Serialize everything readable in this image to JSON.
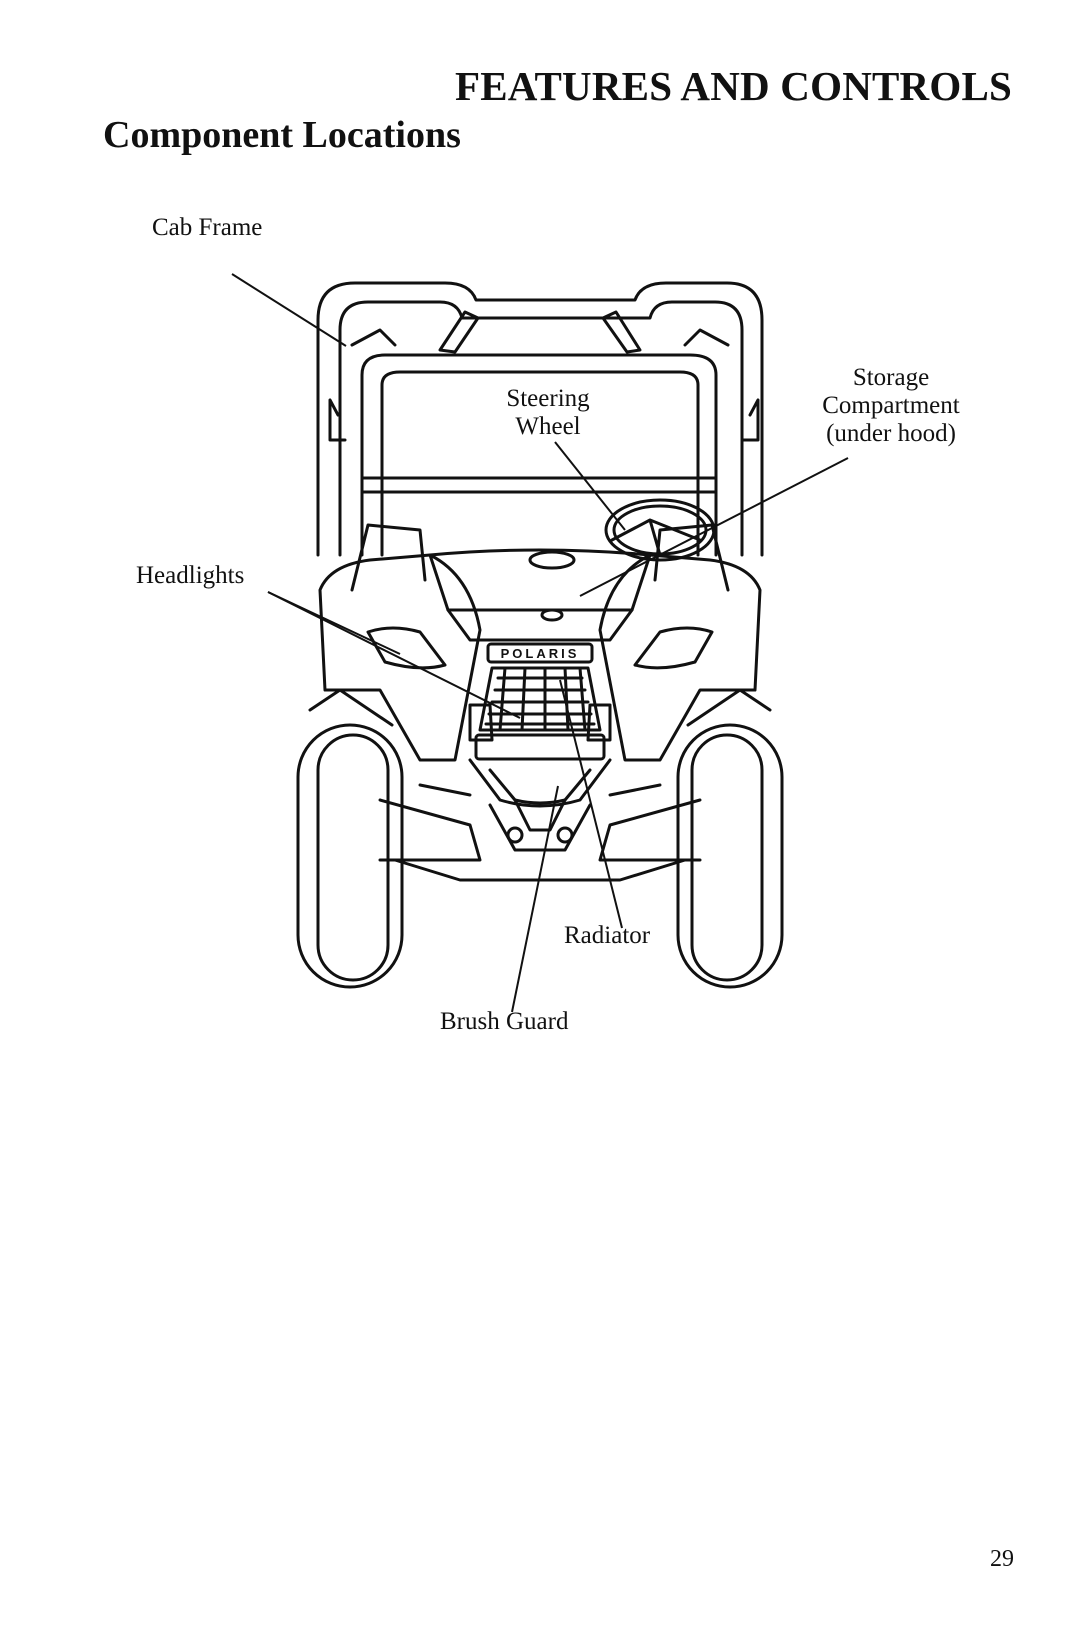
{
  "header": {
    "section_title": "FEATURES AND CONTROLS",
    "page_heading": "Component Locations"
  },
  "figure": {
    "subject": "utility-vehicle-front-view",
    "logo_text": "POLARIS",
    "callouts": {
      "cab_frame": "Cab Frame",
      "steering_wheel_line1": "Steering",
      "steering_wheel_line2": "Wheel",
      "storage_line1": "Storage",
      "storage_line2": "Compartment",
      "storage_line3": "(under hood)",
      "headlights": "Headlights",
      "radiator": "Radiator",
      "brush_guard": "Brush Guard"
    }
  },
  "footer": {
    "page_number": "29"
  }
}
